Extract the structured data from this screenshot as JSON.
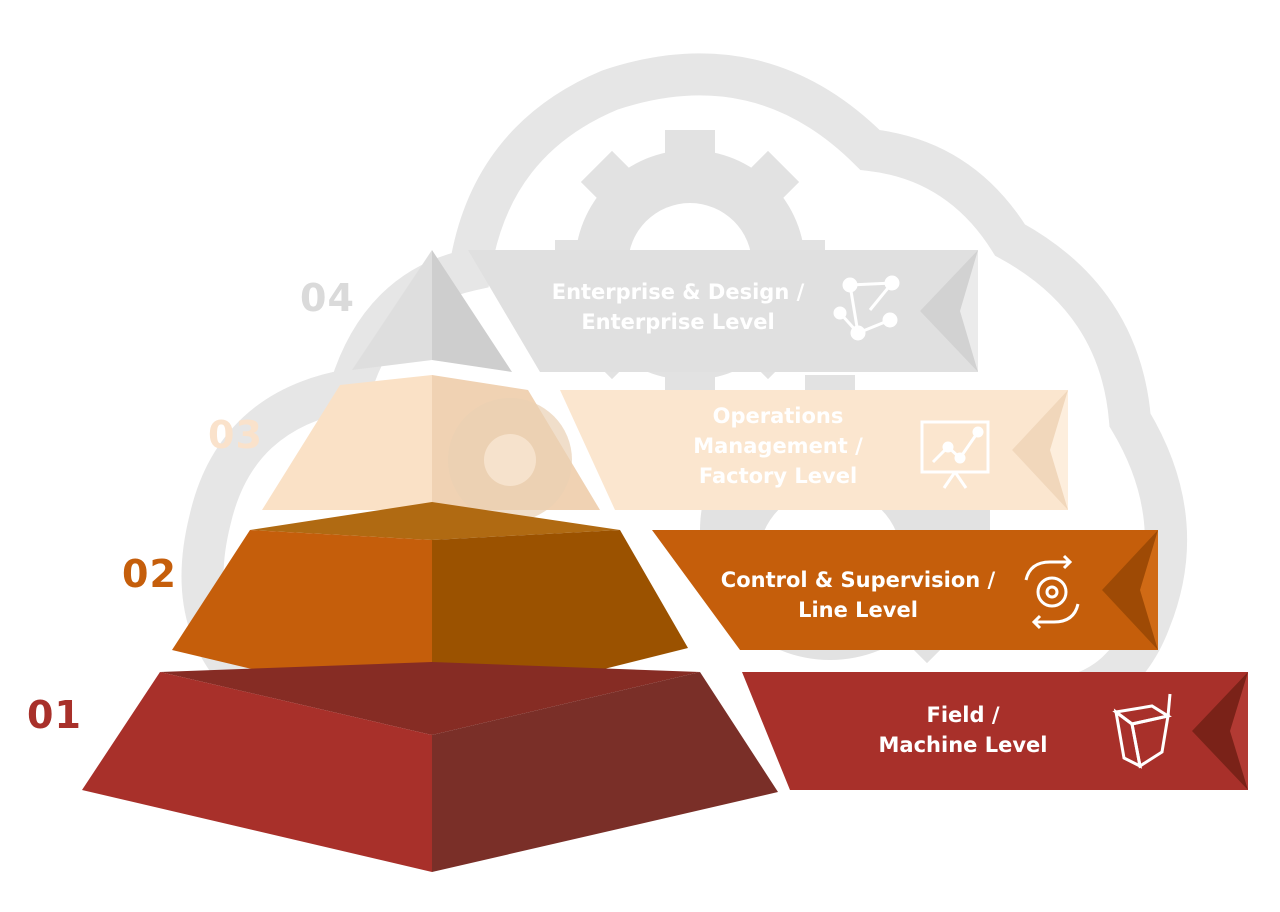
{
  "levels": [
    {
      "number": "01",
      "lines": [
        "Field /",
        "Machine Level"
      ],
      "icon": "box-icon",
      "color": "#a8302a",
      "dark": "#7a2f28"
    },
    {
      "number": "02",
      "lines": [
        "Control & Supervision /",
        "Line Level"
      ],
      "icon": "gear-cycle-icon",
      "color": "#c55e0b",
      "dark": "#9b5200"
    },
    {
      "number": "03",
      "lines": [
        "Operations",
        "Management /",
        "Factory Level"
      ],
      "icon": "presentation-chart-icon",
      "color": "#fbe3c9"
    },
    {
      "number": "04",
      "lines": [
        "Enterprise & Design /",
        "Enterprise Level"
      ],
      "icon": "network-nodes-icon",
      "color": "#dcdcdc"
    }
  ],
  "background_icon": "cloud-gears-icon",
  "colors": {
    "background_shape": "#e6e6e6"
  }
}
